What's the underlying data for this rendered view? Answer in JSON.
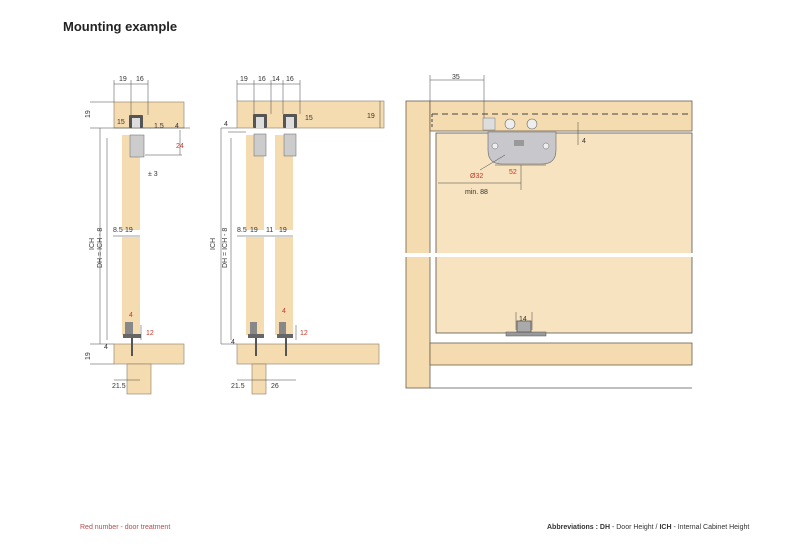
{
  "page": {
    "title": "Mounting example",
    "footnote_left": "Red number - door treatment",
    "abbreviations": {
      "label": "Abbreviations : ",
      "dh_abbr": "DH",
      "dh_text": " - Door Height / ",
      "ich_abbr": "ICH",
      "ich_text": " - Internal Cabinet Height"
    }
  },
  "colors": {
    "wood": "#f5dcb0",
    "wood_light": "#f7e3bf",
    "outline": "#6b5d4f",
    "dim_line": "#444444",
    "red_dimension": "#c0392b",
    "hardware": "#9a9a9a"
  },
  "view_single": {
    "dims_top": [
      "19",
      "16"
    ],
    "left_19_top": "19",
    "d15": "15",
    "d1_5": "1.5",
    "d4_top": "4",
    "d24": "24",
    "tolerance": "± 3",
    "ich": "ICH",
    "dh": "DH = ICH - 8",
    "d8_5": "8.5",
    "door_19": "19",
    "d4_bottom_red": "4",
    "d12": "12",
    "d4_left": "4",
    "left_19_bottom": "19",
    "d21_5": "21.5"
  },
  "view_double": {
    "dims_top": [
      "19",
      "16",
      "14",
      "16"
    ],
    "d15": "15",
    "right_19": "19",
    "d4_top": "4",
    "ich": "ICH",
    "dh": "DH = ICH - 8",
    "d8_5": "8.5",
    "door1_19": "19",
    "gap_11": "11",
    "door2_19": "19",
    "d4_red": "4",
    "d12": "12",
    "d4_bottom": "4",
    "d21_5": "21.5",
    "d26": "26"
  },
  "view_front": {
    "d35": "35",
    "d4": "4",
    "d32": "Ø32",
    "d52": "52",
    "min88": "min. 88",
    "d14": "14"
  }
}
